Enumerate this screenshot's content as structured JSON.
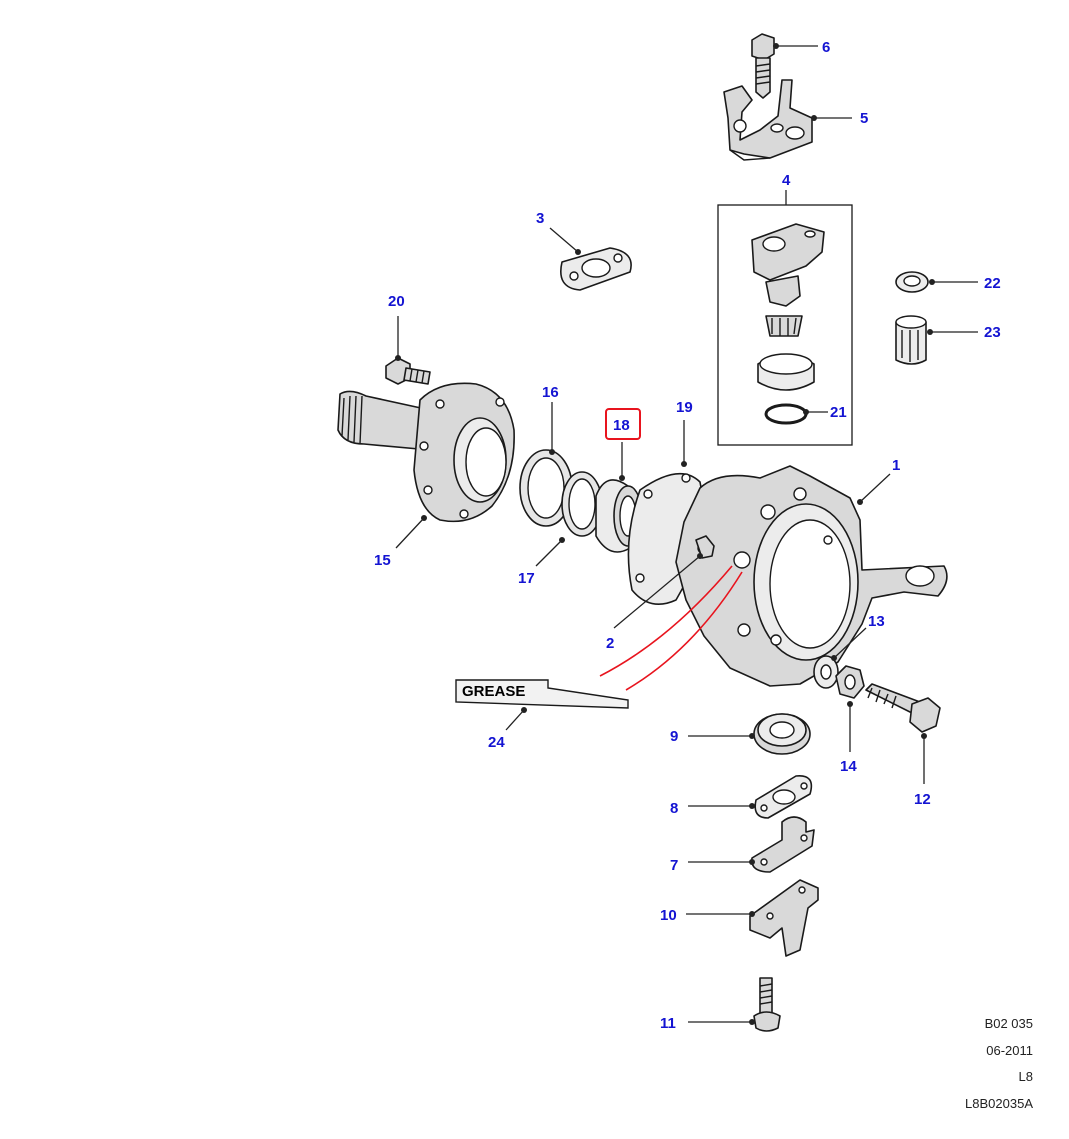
{
  "callouts": {
    "c1": "1",
    "c2": "2",
    "c3": "3",
    "c4": "4",
    "c5": "5",
    "c6": "6",
    "c7": "7",
    "c8": "8",
    "c9": "9",
    "c10": "10",
    "c11": "11",
    "c12": "12",
    "c13": "13",
    "c14": "14",
    "c15": "15",
    "c16": "16",
    "c17": "17",
    "c18": "18",
    "c19": "19",
    "c20": "20",
    "c21": "21",
    "c22": "22",
    "c23": "23",
    "c24": "24"
  },
  "highlighted_callout": "18",
  "grease_label": "GREASE",
  "reference": {
    "drawing_code": "B02 035",
    "date": "06-2011",
    "model": "L8",
    "image_code": "L8B02035A"
  },
  "colors": {
    "callout_text": "#1414d2",
    "highlight_border": "#e8141e",
    "grease_lines": "#e8141e"
  }
}
